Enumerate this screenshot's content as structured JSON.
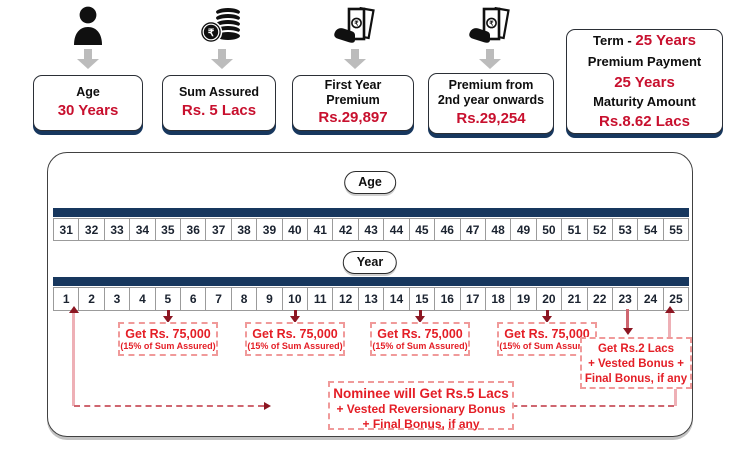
{
  "colors": {
    "navy": "#17375e",
    "value_red": "#c8102e",
    "note_red": "#e41e26",
    "note_dash_pink": "#f09a9a",
    "path_line_pink": "#eeb0b6",
    "path_dash_red": "#cf6670",
    "arrow_dark_red": "#8c1622",
    "grey_arrow": "#bcbcbc"
  },
  "top_cards": [
    {
      "icon": "person-icon",
      "label": "Age",
      "value": "30 Years"
    },
    {
      "icon": "rupee-coins-icon",
      "label": "Sum Assured",
      "value": "Rs. 5 Lacs"
    },
    {
      "icon": "cash-in-hand-icon",
      "label": "First Year Premium",
      "value": "Rs.29,897"
    },
    {
      "icon": "cash-in-hand-icon",
      "label": "Premium from\n2nd year onwards",
      "value": "Rs.29,254"
    }
  ],
  "summary_card": {
    "term_label": "Term  - ",
    "term_value": "25 Years",
    "premium_payment_label": "Premium Payment",
    "premium_payment_value": "25 Years",
    "maturity_label": "Maturity Amount",
    "maturity_value": "Rs.8.62 Lacs"
  },
  "timeline": {
    "age_axis_label": "Age",
    "ages": [
      31,
      32,
      33,
      34,
      35,
      36,
      37,
      38,
      39,
      40,
      41,
      42,
      43,
      44,
      45,
      46,
      47,
      48,
      49,
      50,
      51,
      52,
      53,
      54,
      55
    ],
    "year_axis_label": "Year",
    "years": [
      1,
      2,
      3,
      4,
      5,
      6,
      7,
      8,
      9,
      10,
      11,
      12,
      13,
      14,
      15,
      16,
      17,
      18,
      19,
      20,
      21,
      22,
      23,
      24,
      25
    ],
    "survival_payout": {
      "title": "Get Rs. 75,000",
      "subtitle": "(15% of Sum Assured)",
      "payout_years": [
        5,
        10,
        15,
        20
      ]
    },
    "maturity_payout": {
      "line1": "Get Rs.2 Lacs",
      "line2": "+ Vested Bonus +",
      "line3": "Final Bonus, if any",
      "at_year": 25
    },
    "death_benefit": {
      "line1": "Nominee will Get Rs.5 Lacs",
      "line2": "+ Vested Reversionary Bonus",
      "line3": "+ Final Bonus, if any"
    }
  }
}
